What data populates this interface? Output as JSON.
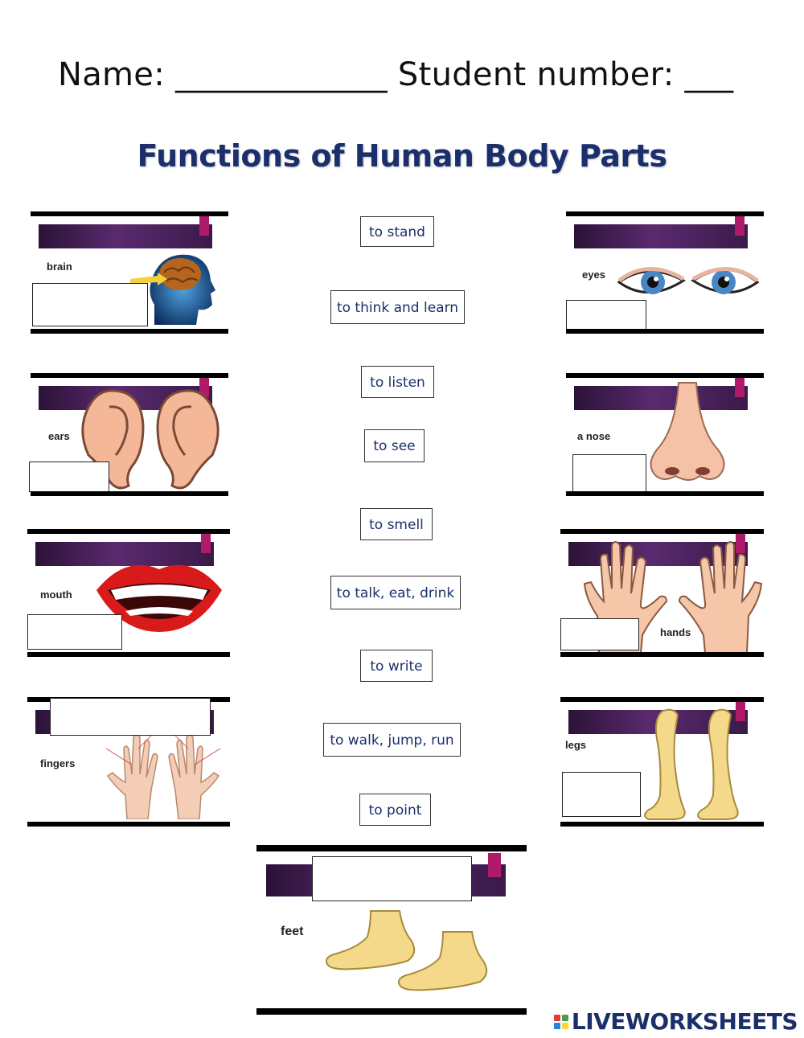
{
  "header": {
    "text": "Name: _____________ Student number: ___"
  },
  "title": "Functions of Human Body Parts",
  "cards": {
    "brain": {
      "label": "brain"
    },
    "eyes": {
      "label": "eyes"
    },
    "ears": {
      "label": "ears"
    },
    "nose": {
      "label": "a nose"
    },
    "mouth": {
      "label": "mouth"
    },
    "hands": {
      "label": "hands"
    },
    "fingers": {
      "label": "fingers"
    },
    "legs": {
      "label": "legs"
    },
    "feet": {
      "label": "feet"
    }
  },
  "options": [
    "to stand",
    "to think and learn",
    "to listen",
    "to see",
    "to smell",
    "to talk, eat, drink",
    "to write",
    "to walk, jump, run",
    "to point"
  ],
  "footer": {
    "logo_text": "LIVEWORKSHEETS",
    "logo_colors": [
      "#e53935",
      "#43a047",
      "#1e88e5",
      "#fdd835"
    ]
  },
  "colors": {
    "title": "#1a2f6b",
    "banner": "#4a2160",
    "tab": "#b01a6a"
  }
}
